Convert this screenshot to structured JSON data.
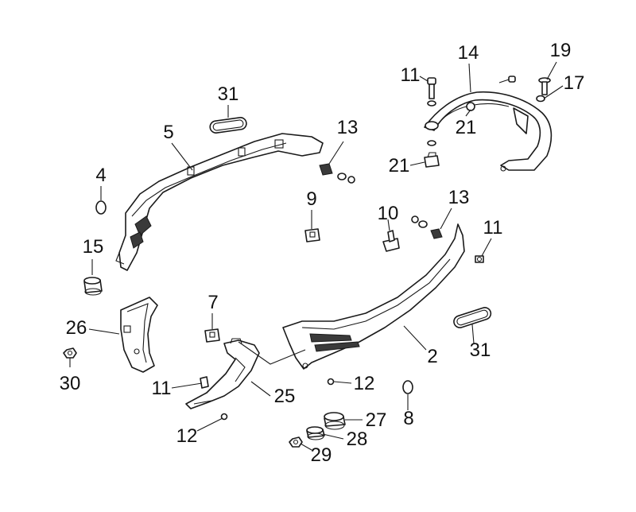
{
  "colors": {
    "line": "#1a1a1a",
    "background": "#ffffff"
  },
  "callouts": [
    {
      "id": "c31a",
      "label": "31"
    },
    {
      "id": "c5",
      "label": "5"
    },
    {
      "id": "c13a",
      "label": "13"
    },
    {
      "id": "c4",
      "label": "4"
    },
    {
      "id": "c15",
      "label": "15"
    },
    {
      "id": "c26",
      "label": "26"
    },
    {
      "id": "c30",
      "label": "30"
    },
    {
      "id": "c11a",
      "label": "11"
    },
    {
      "id": "c14",
      "label": "14"
    },
    {
      "id": "c19",
      "label": "19"
    },
    {
      "id": "c17",
      "label": "17"
    },
    {
      "id": "c21a",
      "label": "21"
    },
    {
      "id": "c21b",
      "label": "21"
    },
    {
      "id": "c9",
      "label": "9"
    },
    {
      "id": "c10",
      "label": "10"
    },
    {
      "id": "c13b",
      "label": "13"
    },
    {
      "id": "c11b",
      "label": "11"
    },
    {
      "id": "c7",
      "label": "7"
    },
    {
      "id": "c2",
      "label": "2"
    },
    {
      "id": "c31b",
      "label": "31"
    },
    {
      "id": "c11c",
      "label": "11"
    },
    {
      "id": "c12a",
      "label": "12"
    },
    {
      "id": "c25",
      "label": "25"
    },
    {
      "id": "c12b",
      "label": "12"
    },
    {
      "id": "c27",
      "label": "27"
    },
    {
      "id": "c8",
      "label": "8"
    },
    {
      "id": "c28",
      "label": "28"
    },
    {
      "id": "c29",
      "label": "29"
    }
  ]
}
